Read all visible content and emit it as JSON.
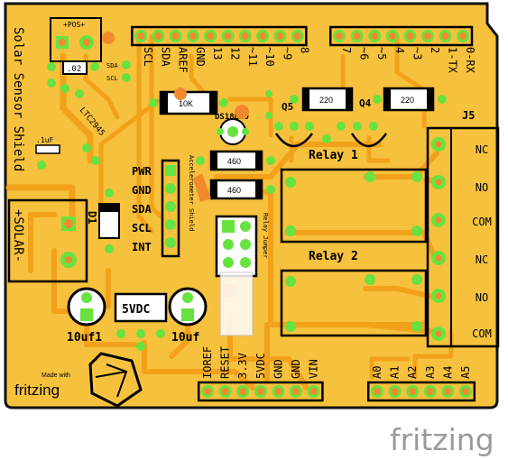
{
  "board": {
    "title": "Solar Sensor Shield",
    "bottom_left_logo": {
      "made_with": "Made with",
      "brand": "fritzing"
    },
    "watermark": "fritzing",
    "colors": {
      "board": "#f6c13d",
      "trace": "#f3a11a",
      "pad_ring": "#67e23f",
      "pad_orange": "#f28a2c",
      "silk": "#000000",
      "outline": "#111111"
    }
  },
  "headers": {
    "top_left": [
      "SCL",
      "SDA",
      "AREF",
      "GND",
      "13",
      "12",
      "~11",
      "~10",
      "~9",
      "8"
    ],
    "top_right": [
      "7",
      "~6",
      "~5",
      "4",
      "~3",
      "2",
      "1-TX",
      "0-RX"
    ],
    "bottom_left": [
      "IOREF",
      "RESET",
      "3.3V",
      "5VDC",
      "GND",
      "GND",
      "VIN"
    ],
    "bottom_right": [
      "A0",
      "A1",
      "A2",
      "A3",
      "A4",
      "A5"
    ]
  },
  "components": {
    "pos_label": "+POS+",
    "cap_02": ".02",
    "ltc": "LTC2945",
    "sda_small": "SDA",
    "scl_small": "SCL",
    "cap_1uf": ".1uF",
    "solar_conn": "+SOLAR-",
    "d1": "D1",
    "res_10k": "10K",
    "ds18b20": "DS18B20",
    "q5": "Q5",
    "q4": "Q4",
    "res_220a": "220",
    "res_220b": "220",
    "res_460a": "460",
    "res_460b": "460",
    "j5": "J5",
    "accel": "Accelerometer Shield",
    "relay_jumper": "Relay Jumper",
    "relay1": "Relay 1",
    "relay2": "Relay 2",
    "reg_5vdc": "5VDC",
    "cap_left": "10uf1",
    "cap_right": "10uf",
    "i2c_labels": [
      "PWR",
      "GND",
      "SDA",
      "SCL",
      "INT"
    ],
    "j5_labels": [
      "NC",
      "NO",
      "COM",
      "NC",
      "NO",
      "COM"
    ]
  }
}
